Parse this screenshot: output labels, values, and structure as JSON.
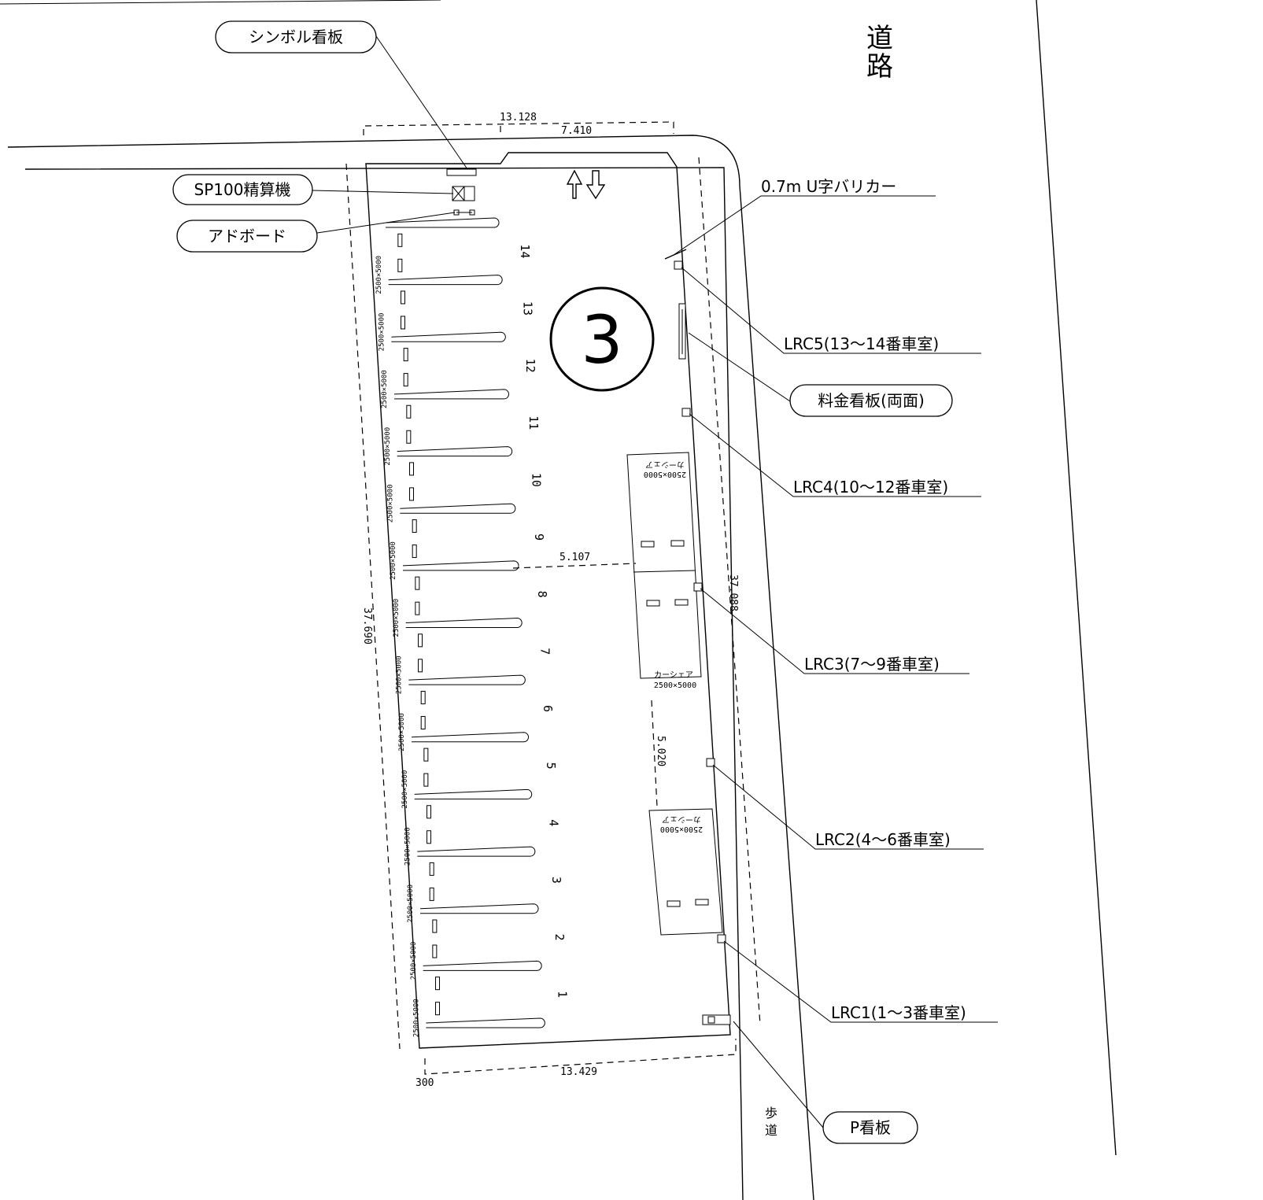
{
  "road": {
    "char1": "道",
    "char2": "路"
  },
  "sidewalk": {
    "char1": "歩",
    "char2": "道"
  },
  "lot_number": "3",
  "direction_arrows": [
    "up-arrow",
    "down-arrow"
  ],
  "labels": {
    "symbol_sign": "シンボル看板",
    "sp100": "SP100精算機",
    "ad_board": "アドボード",
    "u_barricade": "0.7m U字バリカー",
    "lrc5": "LRC5(13～14番車室)",
    "price_sign": "料金看板(両面)",
    "lrc4": "LRC4(10～12番車室)",
    "lrc3": "LRC3(7～9番車室)",
    "lrc2": "LRC2(4～6番車室)",
    "lrc1": "LRC1(1～3番車室)",
    "p_sign": "P看板"
  },
  "dimensions": {
    "top_total": "13.128",
    "top_partial": "7.410",
    "left_depth": "37.690",
    "right_depth": "37.088",
    "mid_width": "5.107",
    "carshare_gap": "5.020",
    "bottom_width": "13.429",
    "bottom_offset": "300"
  },
  "stall_size": "2500×5000",
  "stalls": [
    "1",
    "2",
    "3",
    "4",
    "5",
    "6",
    "7",
    "8",
    "9",
    "10",
    "11",
    "12",
    "13",
    "14"
  ],
  "carshare": {
    "label": "カーシェア",
    "size": "2500×5000"
  }
}
